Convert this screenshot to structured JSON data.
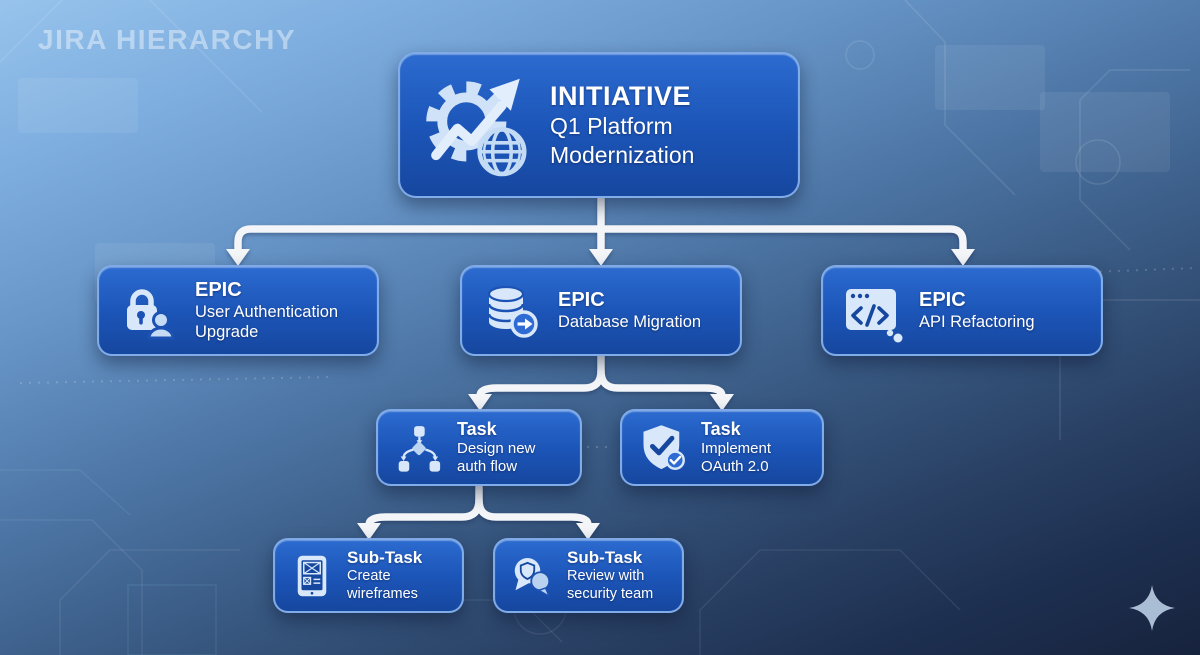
{
  "page": {
    "title": "JIRA HIERARCHY"
  },
  "colors": {
    "node_fill": "#1c55b8",
    "node_border": "#85b0eb",
    "node_text": "#ffffff",
    "icon_color": "#d8e8fa",
    "connector": "#f3f5f8",
    "background_top": "#97c3ec",
    "background_bottom": "#17233d",
    "sparkle": "#a9bdd4"
  },
  "nodes": {
    "initiative": {
      "type_label": "INITIATIVE",
      "title": "Q1 Platform Modernization",
      "icon": "gear-growth-globe-icon"
    },
    "epics": [
      {
        "type_label": "EPIC",
        "title": "User Authentication Upgrade",
        "icon": "lock-user-icon"
      },
      {
        "type_label": "EPIC",
        "title": "Database Migration",
        "icon": "database-arrow-icon"
      },
      {
        "type_label": "EPIC",
        "title": "API Refactoring",
        "icon": "code-window-icon"
      }
    ],
    "tasks": [
      {
        "type_label": "Task",
        "title": "Design new auth flow",
        "icon": "flowchart-icon"
      },
      {
        "type_label": "Task",
        "title": "Implement OAuth 2.0",
        "icon": "shield-check-icon"
      }
    ],
    "subtasks": [
      {
        "type_label": "Sub-Task",
        "title": "Create wireframes",
        "icon": "wireframe-tablet-icon"
      },
      {
        "type_label": "Sub-Task",
        "title": "Review with security team",
        "icon": "chat-review-icon"
      }
    ]
  },
  "decorations": {
    "sparkle": "sparkle-icon",
    "background_pattern": "circuit-pattern"
  }
}
